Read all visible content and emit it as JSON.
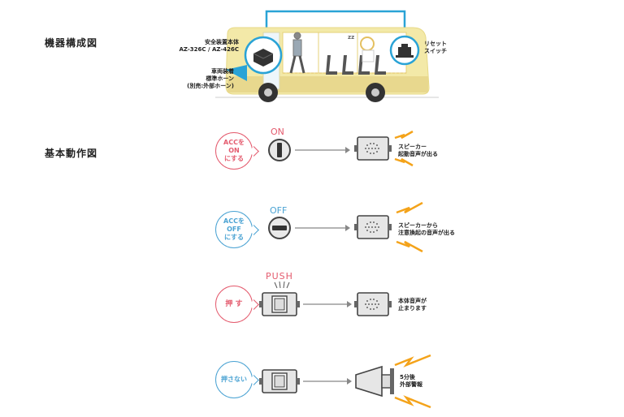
{
  "colors": {
    "accent_red": "#e45b6e",
    "accent_blue": "#4ba3d3",
    "bus_yellow": "#f3e9a8",
    "bus_blue": "#2aa3d6",
    "wave_orange": "#f4a31a"
  },
  "config": {
    "title": "機器構成図",
    "device_label": [
      "安全装置本体",
      "AZ-326C / AZ-426C"
    ],
    "horn_label": [
      "車両装着",
      "標準ホーン",
      "(別売:外部ホーン)"
    ],
    "reset_label": [
      "リセット",
      "スイッチ"
    ],
    "sleep_text": "zz"
  },
  "operation": {
    "title": "基本動作図",
    "rows": [
      {
        "bubble_lines": [
          "ACCを",
          "ON",
          "にする"
        ],
        "bubble_color": "red",
        "control_label": "ON",
        "control_icon": "key-switch-icon",
        "output_icon": "speaker-icon",
        "result_lines": [
          "スピーカー",
          "起動音声が出る"
        ]
      },
      {
        "bubble_lines": [
          "ACCを",
          "OFF",
          "にする"
        ],
        "bubble_color": "blue",
        "control_label": "OFF",
        "control_icon": "key-switch-icon",
        "output_icon": "speaker-icon",
        "result_lines": [
          "スピーカーから",
          "注意換起の音声が出る"
        ]
      },
      {
        "bubble_lines": [
          "押 す"
        ],
        "bubble_color": "red",
        "control_label": "PUSH",
        "control_icon": "push-button-icon",
        "output_icon": "speaker-icon",
        "result_lines": [
          "本体音声が",
          "止まります"
        ]
      },
      {
        "bubble_lines": [
          "押さない"
        ],
        "bubble_color": "blue",
        "control_label": "",
        "control_icon": "push-button-icon",
        "output_icon": "horn-icon",
        "result_lines": [
          "5分後",
          "外部警報"
        ]
      }
    ]
  }
}
